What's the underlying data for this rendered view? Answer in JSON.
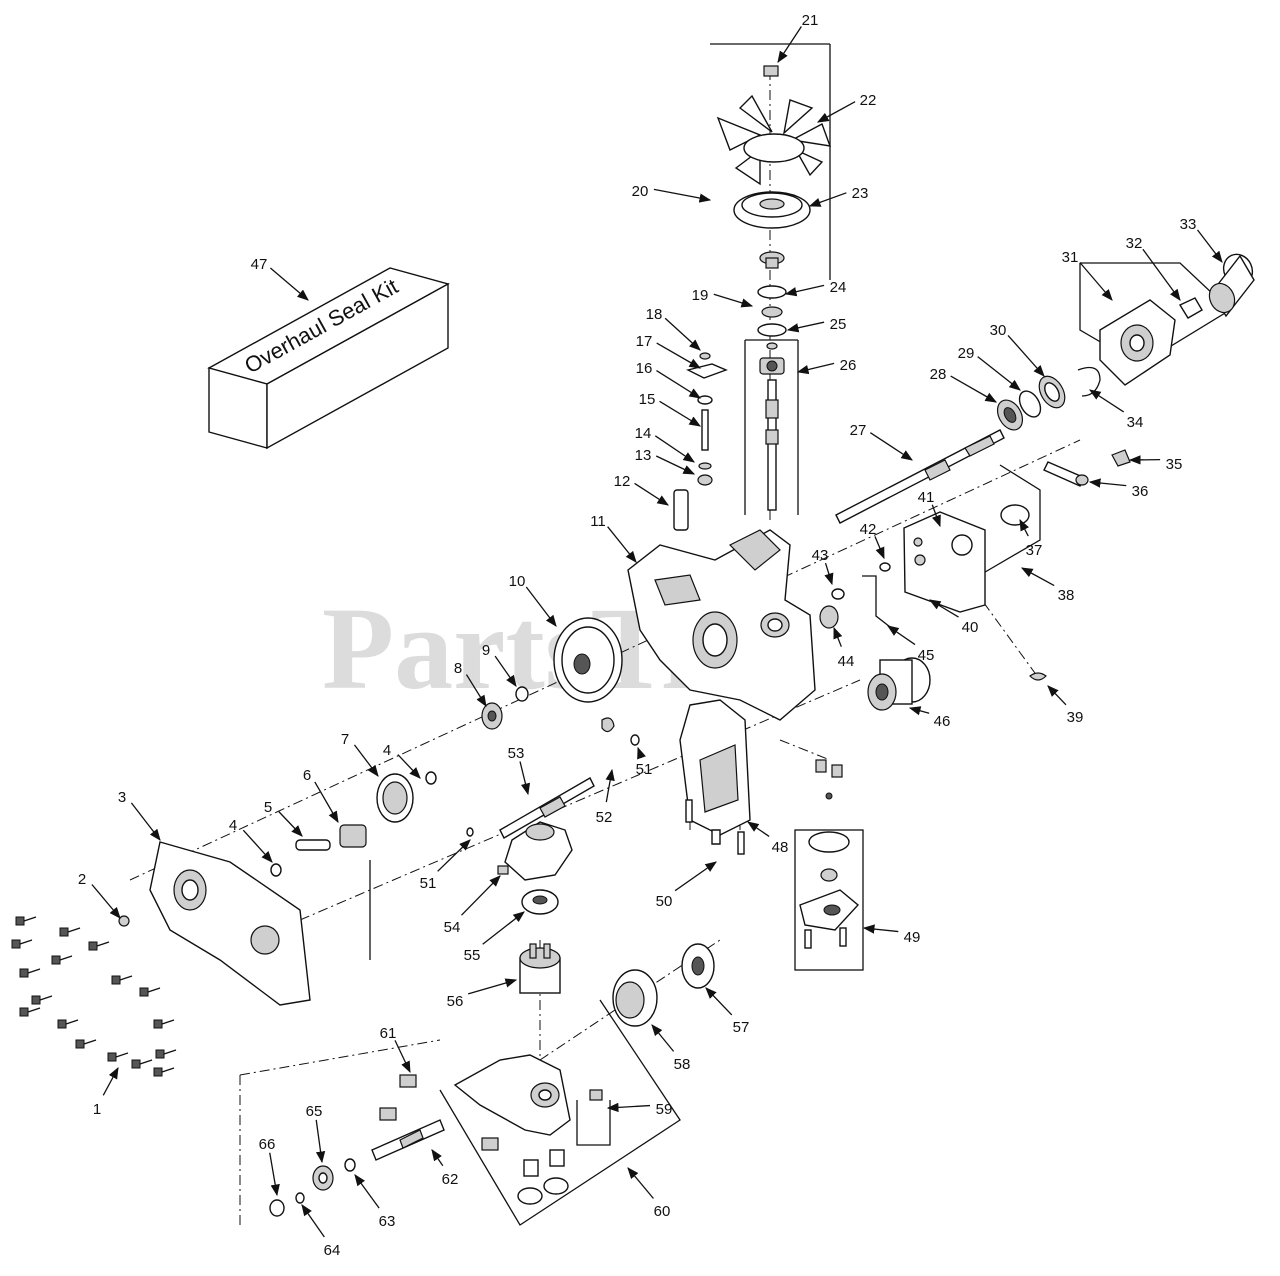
{
  "watermark": "PartsTree",
  "kit_label": "Overhaul Seal Kit",
  "callouts": [
    {
      "id": "c1",
      "text": "1"
    },
    {
      "id": "c2",
      "text": "2"
    },
    {
      "id": "c3",
      "text": "3"
    },
    {
      "id": "c4a",
      "text": "4"
    },
    {
      "id": "c4b",
      "text": "4"
    },
    {
      "id": "c5",
      "text": "5"
    },
    {
      "id": "c6",
      "text": "6"
    },
    {
      "id": "c7",
      "text": "7"
    },
    {
      "id": "c8",
      "text": "8"
    },
    {
      "id": "c9",
      "text": "9"
    },
    {
      "id": "c10",
      "text": "10"
    },
    {
      "id": "c11",
      "text": "11"
    },
    {
      "id": "c12",
      "text": "12"
    },
    {
      "id": "c13",
      "text": "13"
    },
    {
      "id": "c14",
      "text": "14"
    },
    {
      "id": "c15",
      "text": "15"
    },
    {
      "id": "c16",
      "text": "16"
    },
    {
      "id": "c17",
      "text": "17"
    },
    {
      "id": "c18",
      "text": "18"
    },
    {
      "id": "c19",
      "text": "19"
    },
    {
      "id": "c20",
      "text": "20"
    },
    {
      "id": "c21",
      "text": "21"
    },
    {
      "id": "c22",
      "text": "22"
    },
    {
      "id": "c23",
      "text": "23"
    },
    {
      "id": "c24",
      "text": "24"
    },
    {
      "id": "c25",
      "text": "25"
    },
    {
      "id": "c26",
      "text": "26"
    },
    {
      "id": "c27",
      "text": "27"
    },
    {
      "id": "c28",
      "text": "28"
    },
    {
      "id": "c29",
      "text": "29"
    },
    {
      "id": "c30",
      "text": "30"
    },
    {
      "id": "c31",
      "text": "31"
    },
    {
      "id": "c32",
      "text": "32"
    },
    {
      "id": "c33",
      "text": "33"
    },
    {
      "id": "c34",
      "text": "34"
    },
    {
      "id": "c35",
      "text": "35"
    },
    {
      "id": "c36",
      "text": "36"
    },
    {
      "id": "c37",
      "text": "37"
    },
    {
      "id": "c38",
      "text": "38"
    },
    {
      "id": "c39",
      "text": "39"
    },
    {
      "id": "c40",
      "text": "40"
    },
    {
      "id": "c41",
      "text": "41"
    },
    {
      "id": "c42",
      "text": "42"
    },
    {
      "id": "c43",
      "text": "43"
    },
    {
      "id": "c44",
      "text": "44"
    },
    {
      "id": "c45",
      "text": "45"
    },
    {
      "id": "c46",
      "text": "46"
    },
    {
      "id": "c47",
      "text": "47"
    },
    {
      "id": "c48",
      "text": "48"
    },
    {
      "id": "c49",
      "text": "49"
    },
    {
      "id": "c50",
      "text": "50"
    },
    {
      "id": "c51a",
      "text": "51"
    },
    {
      "id": "c51b",
      "text": "51"
    },
    {
      "id": "c52",
      "text": "52"
    },
    {
      "id": "c53",
      "text": "53"
    },
    {
      "id": "c54",
      "text": "54"
    },
    {
      "id": "c55",
      "text": "55"
    },
    {
      "id": "c56",
      "text": "56"
    },
    {
      "id": "c57",
      "text": "57"
    },
    {
      "id": "c58",
      "text": "58"
    },
    {
      "id": "c59",
      "text": "59"
    },
    {
      "id": "c60",
      "text": "60"
    },
    {
      "id": "c61",
      "text": "61"
    },
    {
      "id": "c62",
      "text": "62"
    },
    {
      "id": "c63",
      "text": "63"
    },
    {
      "id": "c64",
      "text": "64"
    },
    {
      "id": "c65",
      "text": "65"
    },
    {
      "id": "c66",
      "text": "66"
    }
  ]
}
